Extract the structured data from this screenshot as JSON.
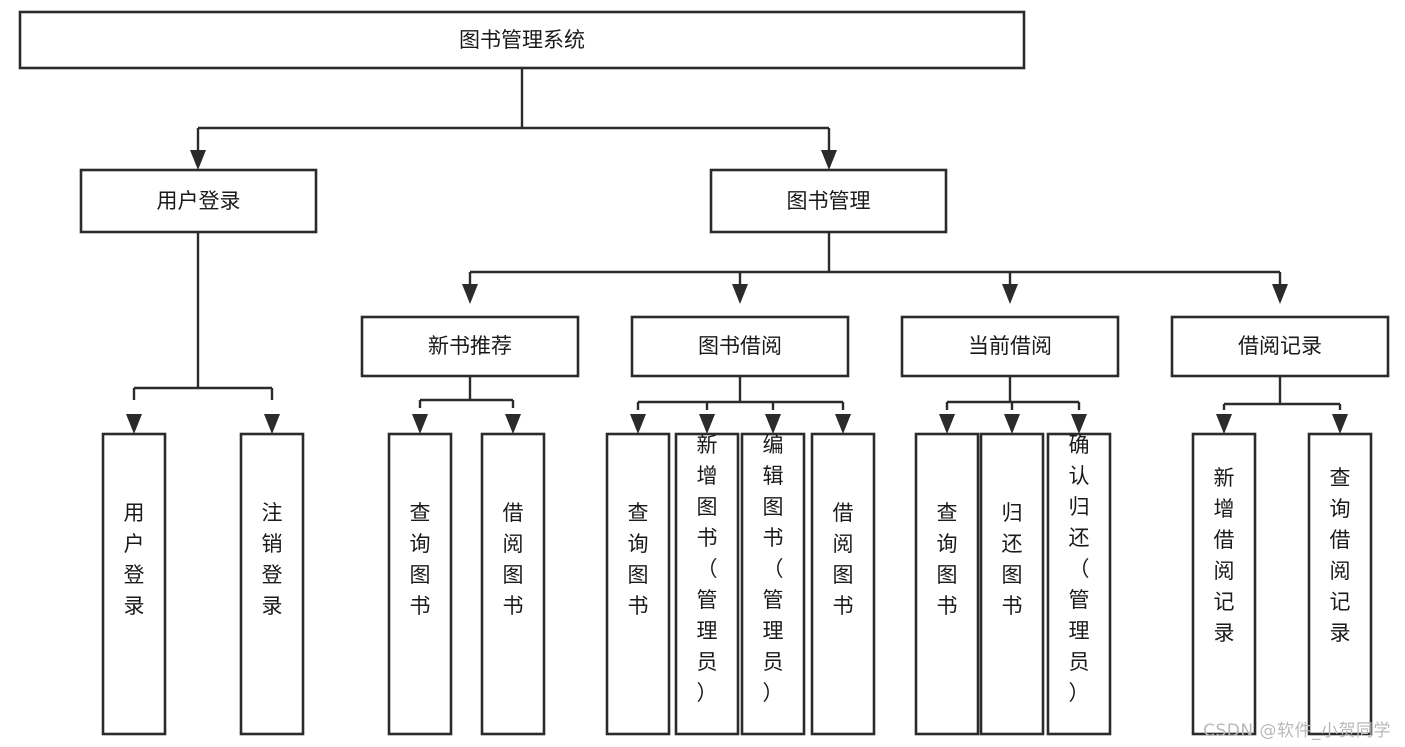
{
  "diagram": {
    "type": "tree",
    "title": "图书管理系统",
    "colors": {
      "background": "#ffffff",
      "box_fill": "#ffffff",
      "box_stroke": "#2b2b2b",
      "text": "#1a1a1a",
      "watermark": "#b9b9b9"
    },
    "root": {
      "label": "图书管理系统"
    },
    "level2": [
      {
        "label": "用户登录"
      },
      {
        "label": "图书管理"
      }
    ],
    "level3": [
      {
        "label": "新书推荐"
      },
      {
        "label": "图书借阅"
      },
      {
        "label": "当前借阅"
      },
      {
        "label": "借阅记录"
      }
    ],
    "leaves": {
      "user_login": [
        {
          "label": "用户登录"
        },
        {
          "label": "注销登录"
        }
      ],
      "new_book": [
        {
          "label": "查询图书"
        },
        {
          "label": "借阅图书"
        }
      ],
      "book_borrow": [
        {
          "label": "查询图书"
        },
        {
          "label": "新增图书（管理员）"
        },
        {
          "label": "编辑图书（管理员）"
        },
        {
          "label": "借阅图书"
        }
      ],
      "current_borrow": [
        {
          "label": "查询图书"
        },
        {
          "label": "归还图书"
        },
        {
          "label": "确认归还（管理员）"
        }
      ],
      "borrow_record": [
        {
          "label": "新增借阅记录"
        },
        {
          "label": "查询借阅记录"
        }
      ]
    }
  },
  "watermark": {
    "text": "CSDN @软件_小贺同学"
  }
}
